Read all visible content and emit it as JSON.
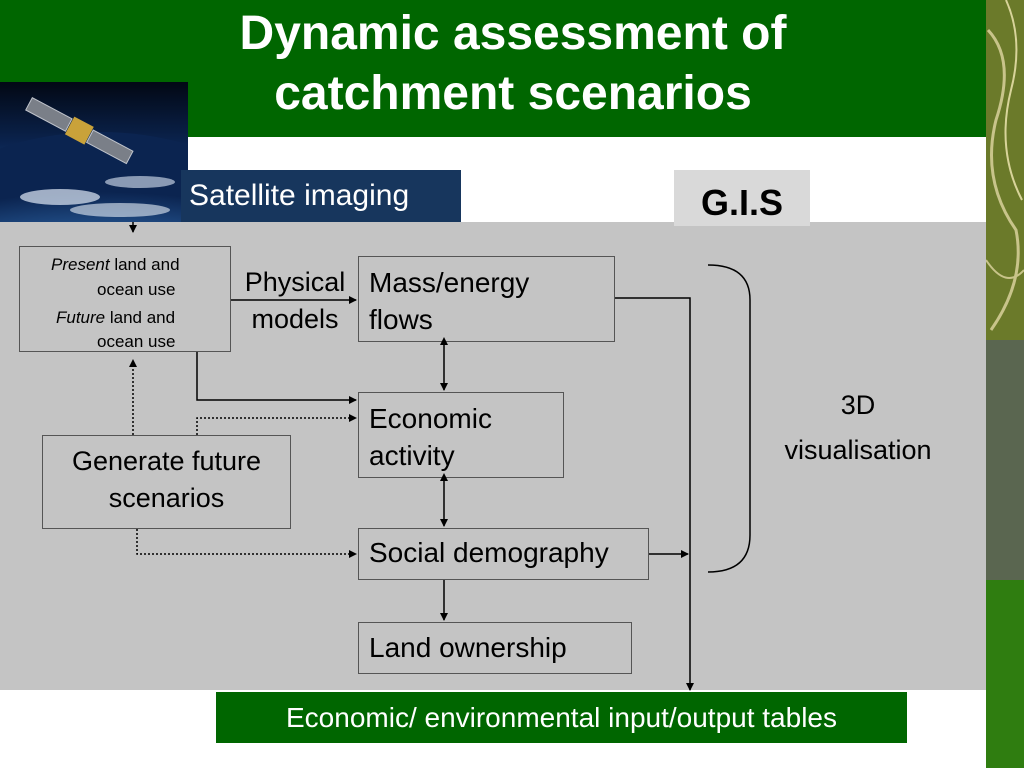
{
  "slide": {
    "title_line1": "Dynamic assessment of",
    "title_line2": "catchment scenarios"
  },
  "satellite_label": "Satellite imaging",
  "gis_label": "G.I.S",
  "present_box": {
    "present_italic": "Present",
    "present_rest": " land and",
    "present_line2": "ocean use",
    "future_italic": "Future",
    "future_rest": " land and",
    "future_line2": "ocean use"
  },
  "generate_box": {
    "line1": "Generate future",
    "line2": "scenarios"
  },
  "physical_models": {
    "line1": "Physical",
    "line2": "models"
  },
  "mass_energy": {
    "line1": "Mass/energy",
    "line2": "flows"
  },
  "economic_activity": {
    "line1": "Economic",
    "line2": "activity"
  },
  "social_demography": "Social demography",
  "land_ownership": "Land ownership",
  "visualisation": {
    "line1": "3D",
    "line2": "visualisation"
  },
  "io_tables": "Economic/ environmental input/output tables",
  "colors": {
    "title_green": "#006600",
    "panel_gray": "#c4c4c4",
    "satellite_label_bg": "#17365d",
    "strip_olive": "#4f5a1e"
  },
  "icons": {
    "satellite_photo": "satellite-orbit-photo",
    "decor_strip": "decorative-pattern-strip"
  }
}
